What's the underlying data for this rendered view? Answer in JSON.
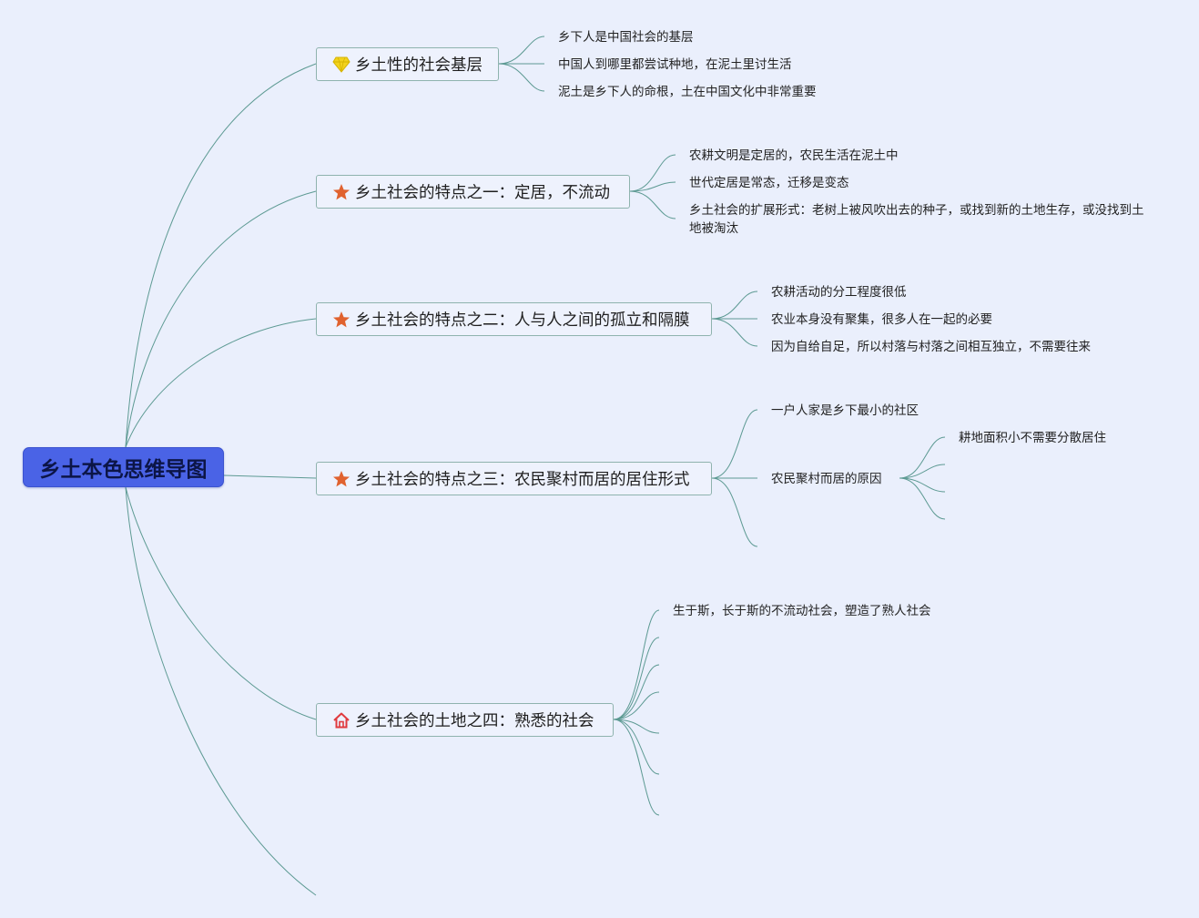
{
  "root": {
    "label": "乡土本色思维导图"
  },
  "branches": [
    {
      "label": "乡土性的社会基层",
      "icon": "diamond-icon",
      "children": [
        "乡下人是中国社会的基层",
        "中国人到哪里都尝试种地，在泥土里讨生活",
        "泥土是乡下人的命根，土在中国文化中非常重要"
      ]
    },
    {
      "label": "乡土社会的特点之一：定居，不流动",
      "icon": "star-icon",
      "children": [
        "农耕文明是定居的，农民生活在泥土中",
        "世代定居是常态，迁移是变态",
        "乡土社会的扩展形式：老树上被风吹出去的种子，或找到新的土地生存，或没找到土地被淘汰"
      ]
    },
    {
      "label": "乡土社会的特点之二：人与人之间的孤立和隔膜",
      "icon": "star-icon",
      "children": [
        "农耕活动的分工程度很低",
        "农业本身没有聚集，很多人在一起的必要",
        "因为自给自足，所以村落与村落之间相互独立，不需要往来"
      ]
    },
    {
      "label": "乡土社会的特点之三：农民聚村而居的居住形式",
      "icon": "star-icon",
      "children": [
        "一户人家是乡下最小的社区",
        "农民聚村而居的原因"
      ],
      "sub_children": [
        "耕地面积小不需要分散居住"
      ]
    },
    {
      "label": "乡土社会的土地之四：熟悉的社会",
      "icon": "home-icon",
      "children": [
        "生于斯，长于斯的不流动社会，塑造了熟人社会"
      ]
    }
  ],
  "colors": {
    "background": "#eaeffc",
    "root_fill": "#4a63e6",
    "link": "#5d9a93",
    "star": "#e0622f",
    "diamond": "#f2d21c",
    "home": "#e03a3e"
  }
}
